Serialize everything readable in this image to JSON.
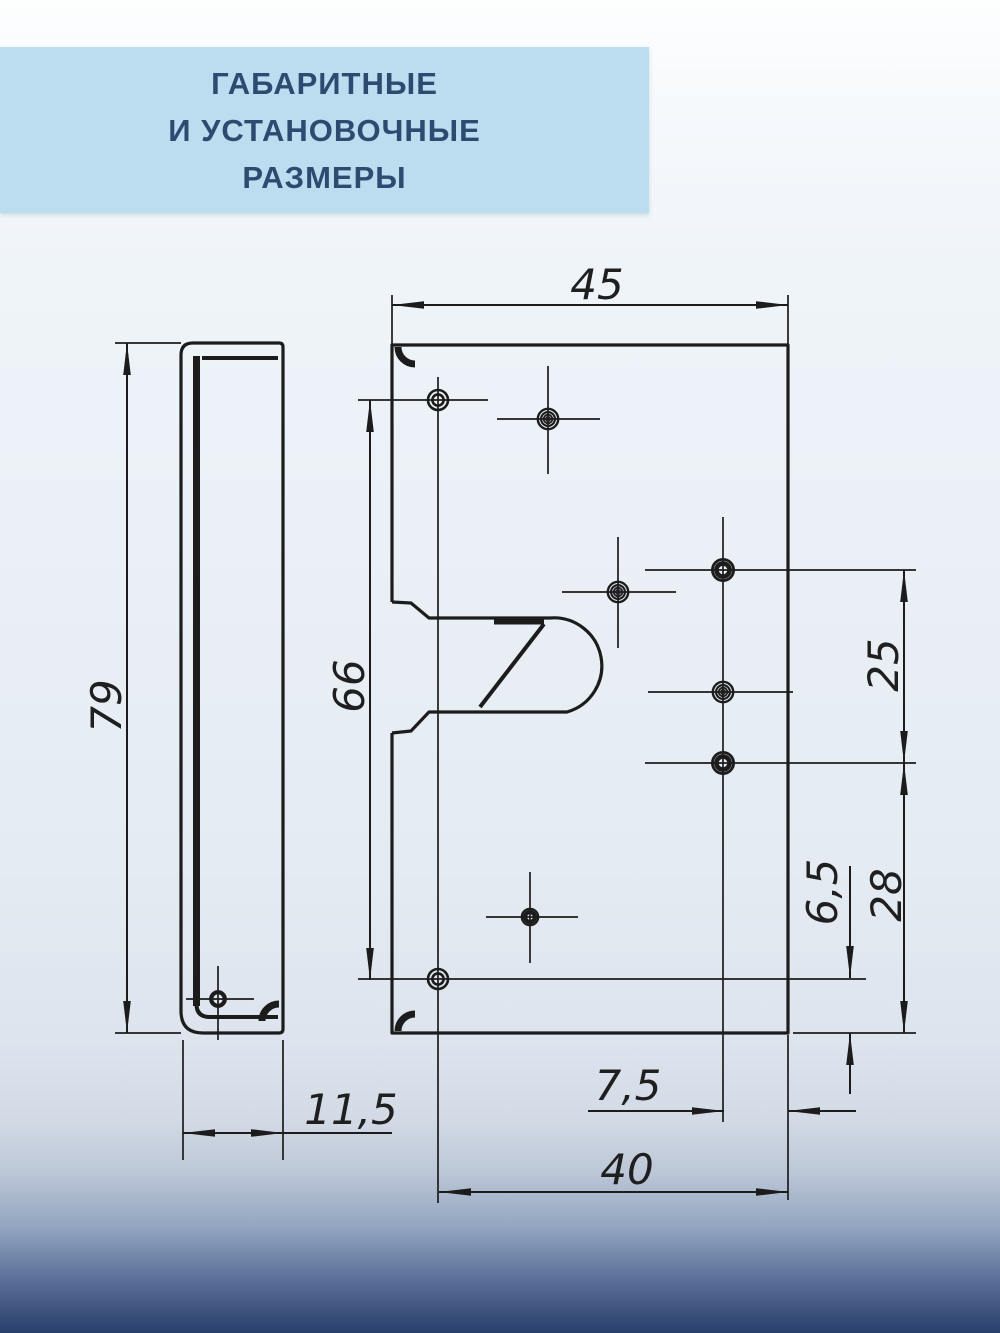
{
  "header": {
    "lines": [
      "ГАБАРИТНЫЕ",
      "И УСТАНОВОЧНЫЕ",
      "РАЗМЕРЫ"
    ]
  },
  "colors": {
    "header_bg": "#bcdcf0",
    "header_text": "#2d4b70",
    "line": "#1c1c1c",
    "bg_top": "#fdfdfd",
    "bg_bottom": "#2a4270"
  },
  "drawing": {
    "views": [
      "side-view",
      "front-view"
    ],
    "dimensions": {
      "overall_width": "45",
      "overall_height": "79",
      "mount_hole_spacing": "66",
      "right_hole_spacing": "25",
      "right_hole_bottom_offset": "28",
      "bottom_hole_edge_offset": "6,5",
      "hole_column_edge_offset": "7,5",
      "bottom_mount_width": "40",
      "bracket_depth": "11,5"
    }
  }
}
